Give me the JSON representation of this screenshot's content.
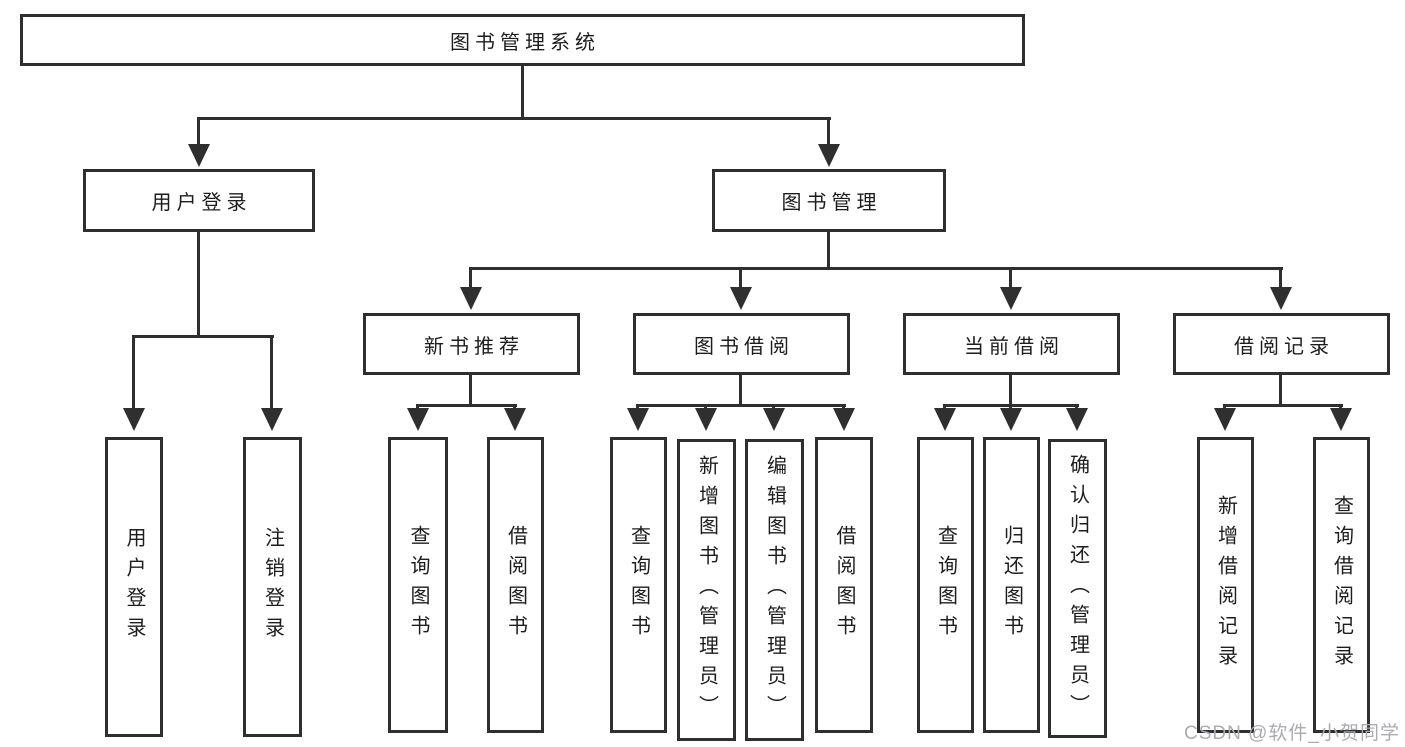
{
  "diagram": {
    "root": {
      "label": "图书管理系统"
    },
    "branches": [
      {
        "label": "用户登录",
        "leaves": [
          {
            "label": "用户登录"
          },
          {
            "label": "注销登录"
          }
        ]
      },
      {
        "label": "图书管理",
        "groups": [
          {
            "label": "新书推荐",
            "leaves": [
              {
                "label": "查询图书"
              },
              {
                "label": "借阅图书"
              }
            ]
          },
          {
            "label": "图书借阅",
            "leaves": [
              {
                "label": "查询图书"
              },
              {
                "label": "新增图书（管理员）"
              },
              {
                "label": "编辑图书（管理员）"
              },
              {
                "label": "借阅图书"
              }
            ]
          },
          {
            "label": "当前借阅",
            "leaves": [
              {
                "label": "查询图书"
              },
              {
                "label": "归还图书"
              },
              {
                "label": "确认归还（管理员）"
              }
            ]
          },
          {
            "label": "借阅记录",
            "leaves": [
              {
                "label": "新增借阅记录"
              },
              {
                "label": "查询借阅记录"
              }
            ]
          }
        ]
      }
    ]
  },
  "watermark": {
    "text": "CSDN @软件_小贺同学"
  },
  "colors": {
    "line": "#2f2f2f",
    "text": "#1d1d1d",
    "box_fill": "#ffffff",
    "background": "#ffffff",
    "watermark": "#aaacb0"
  }
}
